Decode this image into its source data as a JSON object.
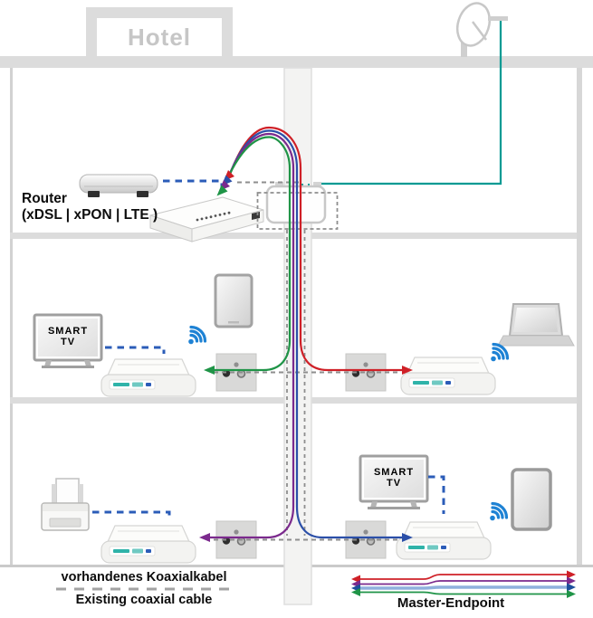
{
  "building": {
    "sign_text": "Hotel"
  },
  "top_floor": {
    "router_label_line1": "Router",
    "router_label_line2": "(xDSL | xPON | LTE )"
  },
  "middle_floor": {
    "smart_tv_line1": "SMART",
    "smart_tv_line2": "TV"
  },
  "bottom_floor": {
    "smart_tv_line1": "SMART",
    "smart_tv_line2": "TV"
  },
  "legend": {
    "coax_de": "vorhandenes Koaxialkabel",
    "coax_en": "Existing coaxial cable",
    "master_endpoint": "Master-Endpoint"
  },
  "colors": {
    "cable_red": "#cf2027",
    "cable_blue": "#2b4fa8",
    "cable_purple": "#7b2a8d",
    "cable_green": "#1f9447",
    "sat_cable_teal": "#009a93",
    "connection_dashed_blue": "#2b5cb8",
    "wifi_blue": "#1e82d4",
    "existing_coax_dashed_gray": "#8e8e8e",
    "structure_gray": "#dcdcdc",
    "hotel_sign_text_gray": "#c6c6c6"
  },
  "icons": {
    "satellite_dish": "satellite-dish-icon",
    "wifi": "wifi-icon",
    "router": "router-device",
    "master_endpoint_box": "master-endpoint-device",
    "coax_endpoint_box": "coax-endpoint-device",
    "smart_tv": "smart-tv",
    "laptop": "laptop",
    "tablet": "tablet",
    "smartphone": "smartphone",
    "printer": "printer",
    "wall_outlet": "coax-wall-outlet"
  }
}
